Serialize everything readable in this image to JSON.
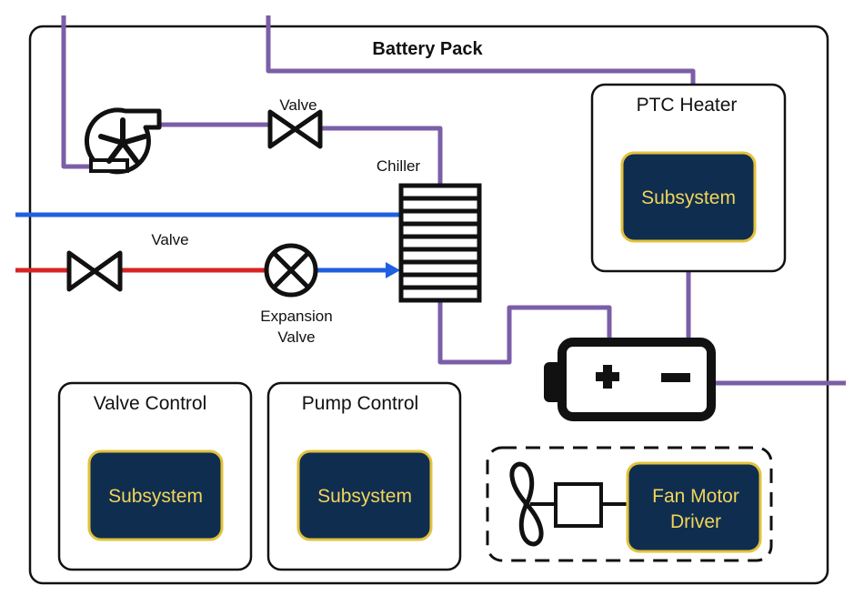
{
  "diagram": {
    "title": "Battery Pack",
    "labels": {
      "valve_top": "Valve",
      "chiller": "Chiller",
      "valve_left": "Valve",
      "expansion_line1": "Expansion",
      "expansion_line2": "Valve"
    },
    "blocks": {
      "ptc_heater": {
        "title": "PTC Heater",
        "subsystem": "Subsystem"
      },
      "valve_control": {
        "title": "Valve Control",
        "subsystem": "Subsystem"
      },
      "pump_control": {
        "title": "Pump Control",
        "subsystem": "Subsystem"
      },
      "fan_motor_driver": {
        "line1": "Fan Motor",
        "line2": "Driver"
      }
    },
    "colors": {
      "signal_line": "#7b5ea7",
      "coolant_cold": "#1f5fe0",
      "coolant_hot": "#d92323",
      "subsystem_fill": "#0f2d4f",
      "subsystem_border": "#e2c23c",
      "subsystem_text": "#f1d55a"
    }
  }
}
